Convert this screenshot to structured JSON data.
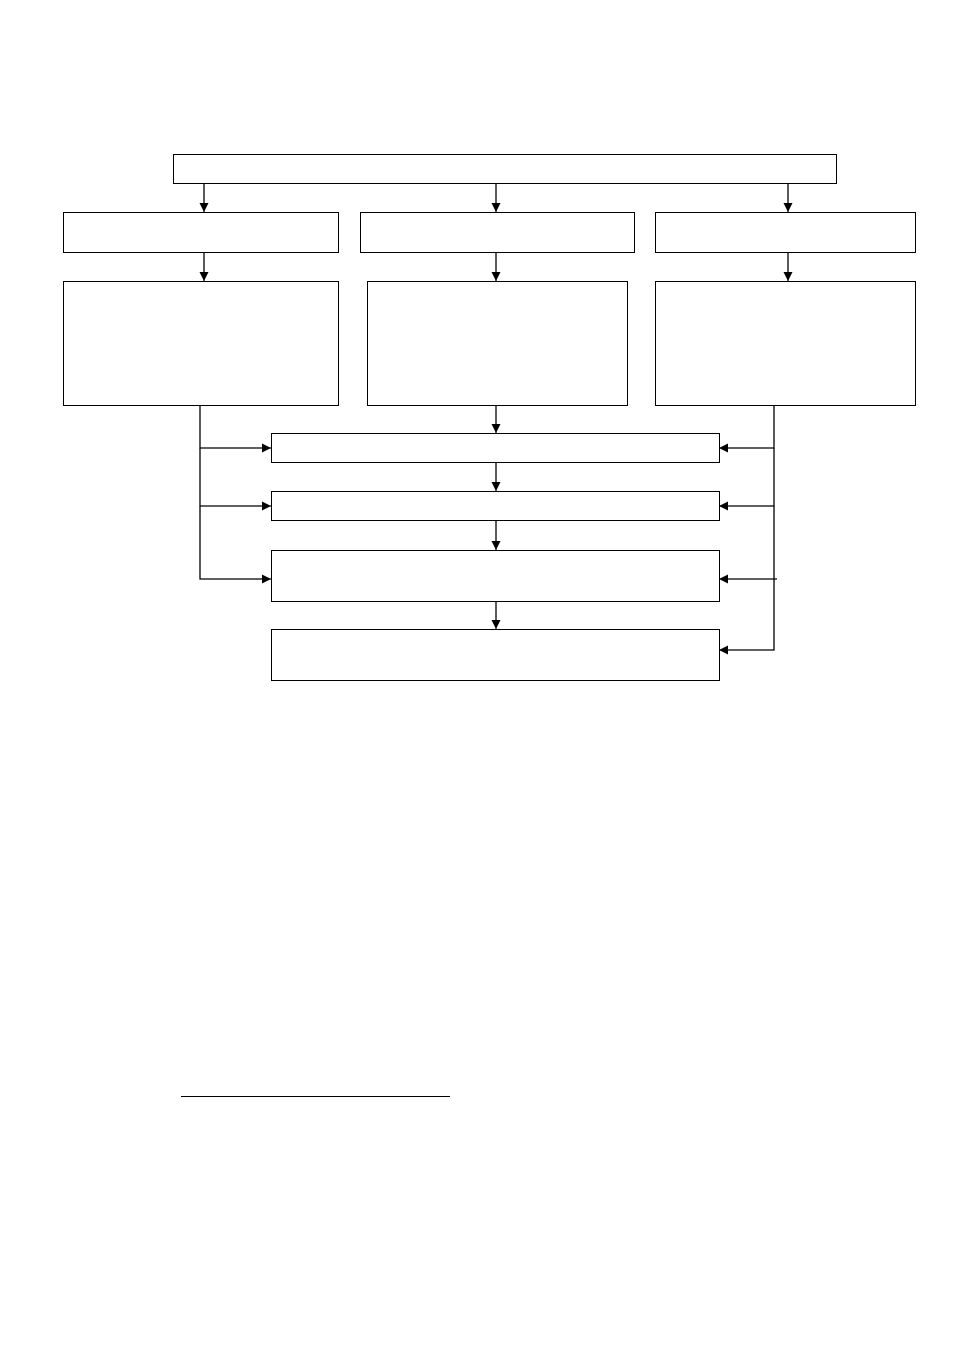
{
  "diagram": {
    "nodes": [
      {
        "id": "top",
        "label": ""
      },
      {
        "id": "left-header",
        "label": ""
      },
      {
        "id": "center-header",
        "label": ""
      },
      {
        "id": "right-header",
        "label": ""
      },
      {
        "id": "left-body",
        "label": ""
      },
      {
        "id": "center-body",
        "label": ""
      },
      {
        "id": "right-body",
        "label": ""
      },
      {
        "id": "step-1",
        "label": ""
      },
      {
        "id": "step-2",
        "label": ""
      },
      {
        "id": "step-3",
        "label": ""
      },
      {
        "id": "step-4",
        "label": ""
      }
    ],
    "edges": [
      {
        "from": "top",
        "to": "left-header"
      },
      {
        "from": "top",
        "to": "center-header"
      },
      {
        "from": "top",
        "to": "right-header"
      },
      {
        "from": "left-header",
        "to": "left-body"
      },
      {
        "from": "center-header",
        "to": "center-body"
      },
      {
        "from": "right-header",
        "to": "right-body"
      },
      {
        "from": "center-body",
        "to": "step-1"
      },
      {
        "from": "step-1",
        "to": "step-2"
      },
      {
        "from": "step-2",
        "to": "step-3"
      },
      {
        "from": "step-3",
        "to": "step-4"
      },
      {
        "from": "left-body",
        "to": "step-1"
      },
      {
        "from": "left-body",
        "to": "step-2"
      },
      {
        "from": "left-body",
        "to": "step-3"
      },
      {
        "from": "right-body",
        "to": "step-1"
      },
      {
        "from": "right-body",
        "to": "step-2"
      },
      {
        "from": "right-body",
        "to": "step-3"
      },
      {
        "from": "right-body",
        "to": "step-4"
      }
    ]
  }
}
